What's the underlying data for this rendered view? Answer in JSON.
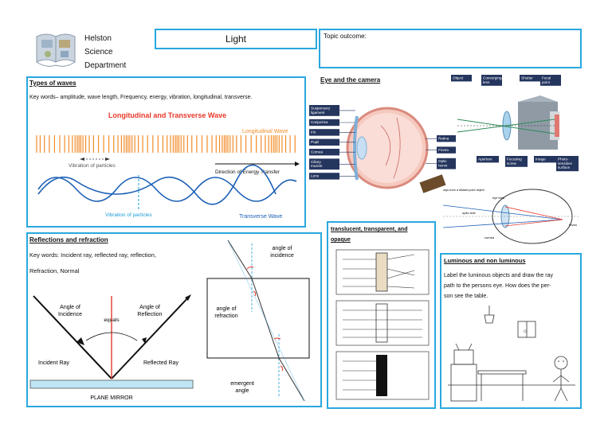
{
  "header": {
    "dept_lines": [
      "Helston",
      "Science",
      "Department"
    ],
    "title": "Light",
    "outcome_label": "Topic outcome:"
  },
  "waves": {
    "heading": "Types of waves",
    "keywords": "Key words– amplitude, wave length, Frequency, energy, vibration, longitudinal, transverse.",
    "diagram_title": "Longitudinal and Transverse Wave",
    "longitudinal_label": "Longitudinal Wave",
    "vibration_label_top": "Vibration of particles",
    "direction_label": "Direction of Energy Transfer",
    "vibration_label_bottom": "Vibration of particles",
    "transverse_label": "Transverse Wave"
  },
  "reflection": {
    "heading": "Reflections and refraction",
    "keywords_line1": "Key words: Incident ray, reflected ray, reflection,",
    "keywords_line2": "Refraction, Normal",
    "angle_incidence": [
      "Angle of",
      "Incidence"
    ],
    "equals": "equals",
    "angle_reflection": [
      "Angle of",
      "Reflection"
    ],
    "incident_ray": "Incident Ray",
    "reflected_ray": "Reflected Ray",
    "plane_mirror": "PLANE MIRROR",
    "refr_angle_incidence": [
      "angle of",
      "incidence"
    ],
    "refr_angle_refraction": [
      "angle of",
      "refraction"
    ],
    "emergent_angle": [
      "emergent",
      "angle"
    ]
  },
  "eye": {
    "heading": "Eye and the camera",
    "eye_labels_left": [
      [
        "Suspensory",
        "ligament"
      ],
      [
        "Conjuctiva"
      ],
      [
        "Iris"
      ],
      [
        "Pupil"
      ],
      [
        "Cornea"
      ],
      [
        "Ciliary",
        "muscle"
      ],
      [
        "Lens"
      ]
    ],
    "eye_labels_right": [
      [
        "Retina"
      ],
      [
        "Fovea"
      ],
      [
        "Optic",
        "nerve"
      ]
    ],
    "camera_labels_top": [
      [
        "Object"
      ],
      [
        "Converging",
        "lens"
      ],
      [
        "Shutter"
      ],
      [
        "Focal",
        "point"
      ]
    ],
    "camera_labels_bottom": [
      [
        "Aperture"
      ],
      [
        "Focusing",
        "screw"
      ],
      [
        "Image"
      ],
      [
        "Photo-",
        "sensitive",
        "surface"
      ]
    ],
    "lens_diagram_labels": {
      "rays": "rays from a distant point object",
      "eye_lens": "eye lens",
      "optic_axis": "optic axis",
      "cornea": "cornea",
      "fovea": "fovea"
    }
  },
  "translucent": {
    "heading_line1": "translucent, transparent, and",
    "heading_line2": "opaque"
  },
  "luminous": {
    "heading": "Luminous and non luminous",
    "text_lines": [
      "Label the luminous objects and draw the ray",
      "path to the persons eye. How does the per-",
      "son see the table."
    ]
  },
  "colors": {
    "border": "#29a8df",
    "wave_red": "#e8392a",
    "wave_orange": "#f28c28",
    "wave_blue": "#1b5fb5",
    "label_navy": "#24355e"
  }
}
